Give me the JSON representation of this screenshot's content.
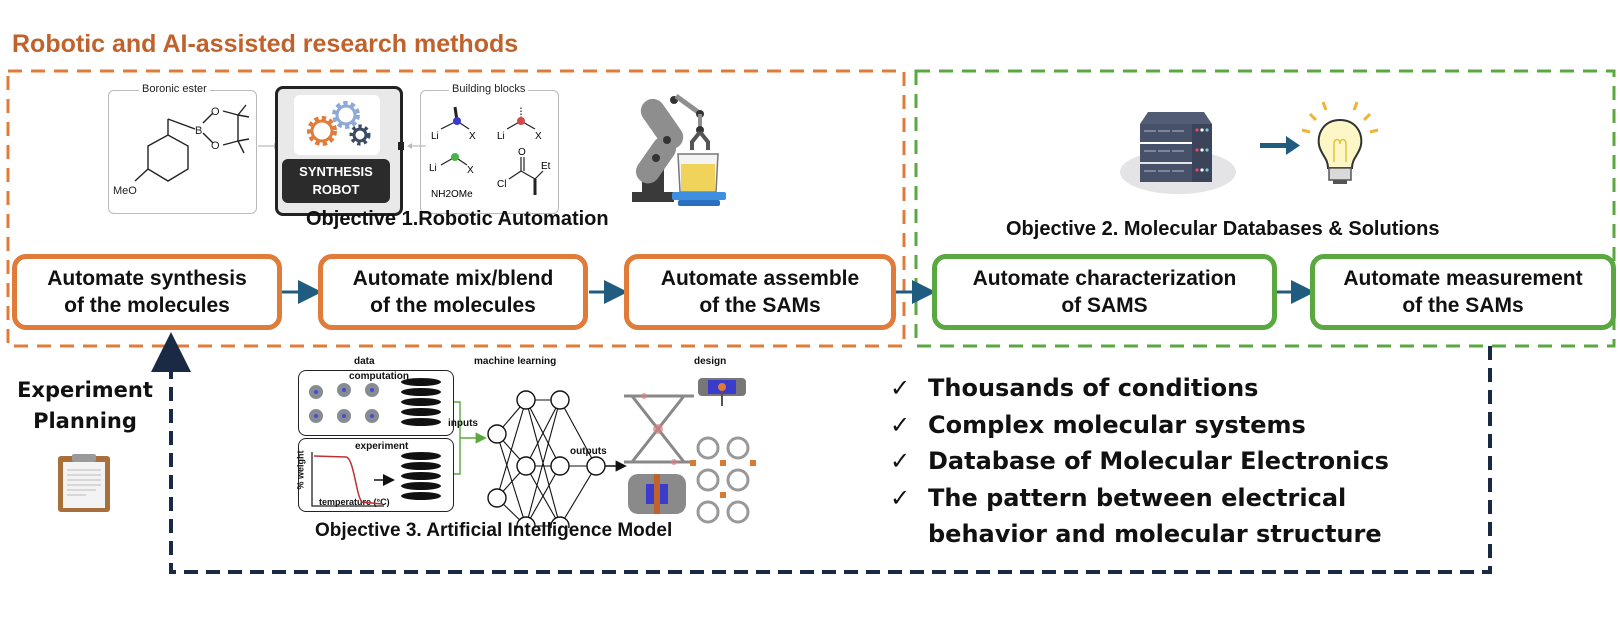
{
  "title": "Robotic and AI-assisted research methods",
  "colors": {
    "orange": "#e07b3a",
    "title_orange": "#c0622b",
    "green": "#5aa83f",
    "navy": "#1b2a44",
    "arrow_blue": "#1f5c80"
  },
  "objective1": {
    "title": "Objective 1.Robotic Automation",
    "synthesis_panel": {
      "left_label": "Boronic ester",
      "left_molecule_label": "MeO",
      "robot_label_line1": "SYNTHESIS",
      "robot_label_line2": "ROBOT",
      "right_label": "Building blocks",
      "right_items": [
        "Li",
        "X",
        "Li",
        "X",
        "Li",
        "X",
        "NH2OMe",
        "Cl",
        "Et",
        "O"
      ]
    },
    "robot_arm_icon": "robot-arm-with-beaker"
  },
  "objective2": {
    "title": "Objective 2. Molecular Databases & Solutions",
    "icons": [
      "server-icon",
      "arrow-right-icon",
      "lightbulb-icon"
    ]
  },
  "steps": [
    {
      "line1": "Automate synthesis",
      "line2": "of the molecules",
      "group": "orange"
    },
    {
      "line1": "Automate mix/blend",
      "line2": "of the molecules",
      "group": "orange"
    },
    {
      "line1": "Automate assemble",
      "line2": "of the SAMs",
      "group": "orange"
    },
    {
      "line1": "Automate characterization",
      "line2": "of SAMS",
      "group": "green"
    },
    {
      "line1": "Automate measurement",
      "line2": "of the SAMs",
      "group": "green"
    }
  ],
  "experiment_planning": {
    "line1": "Experiment",
    "line2": "Planning",
    "icon": "clipboard-icon"
  },
  "objective3": {
    "title": "Objective 3. Artificial Intelligence Model",
    "labels": {
      "data": "data",
      "computation": "computation",
      "experiment": "experiment",
      "ylabel": "% weight",
      "xlabel": "temperature (°C)",
      "machine_learning": "machine learning",
      "inputs": "inputs",
      "outputs": "outputs",
      "design": "design"
    }
  },
  "checklist": [
    "Thousands of conditions",
    "Complex molecular systems",
    "Database of Molecular Electronics",
    "The pattern between electrical",
    "behavior and molecular structure"
  ],
  "check_symbol": "✓"
}
